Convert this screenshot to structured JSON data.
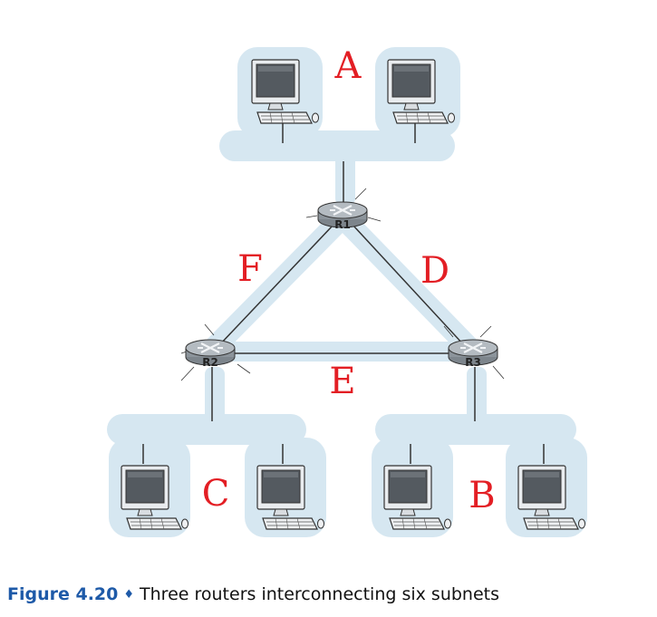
{
  "subnets": {
    "a": "A",
    "b": "B",
    "c": "C",
    "d": "D",
    "e": "E",
    "f": "F"
  },
  "routers": {
    "r1": "R1",
    "r2": "R2",
    "r3": "R3"
  },
  "caption": {
    "figure": "Figure 4.20",
    "separator": "♦",
    "text": "Three routers interconnecting six subnets"
  },
  "colors": {
    "subnet_fill": "#d6e7f1",
    "label": "#e31e24",
    "caption_accent": "#1e5aa8"
  },
  "icons": [
    "desktop-computer-icon",
    "router-icon"
  ]
}
